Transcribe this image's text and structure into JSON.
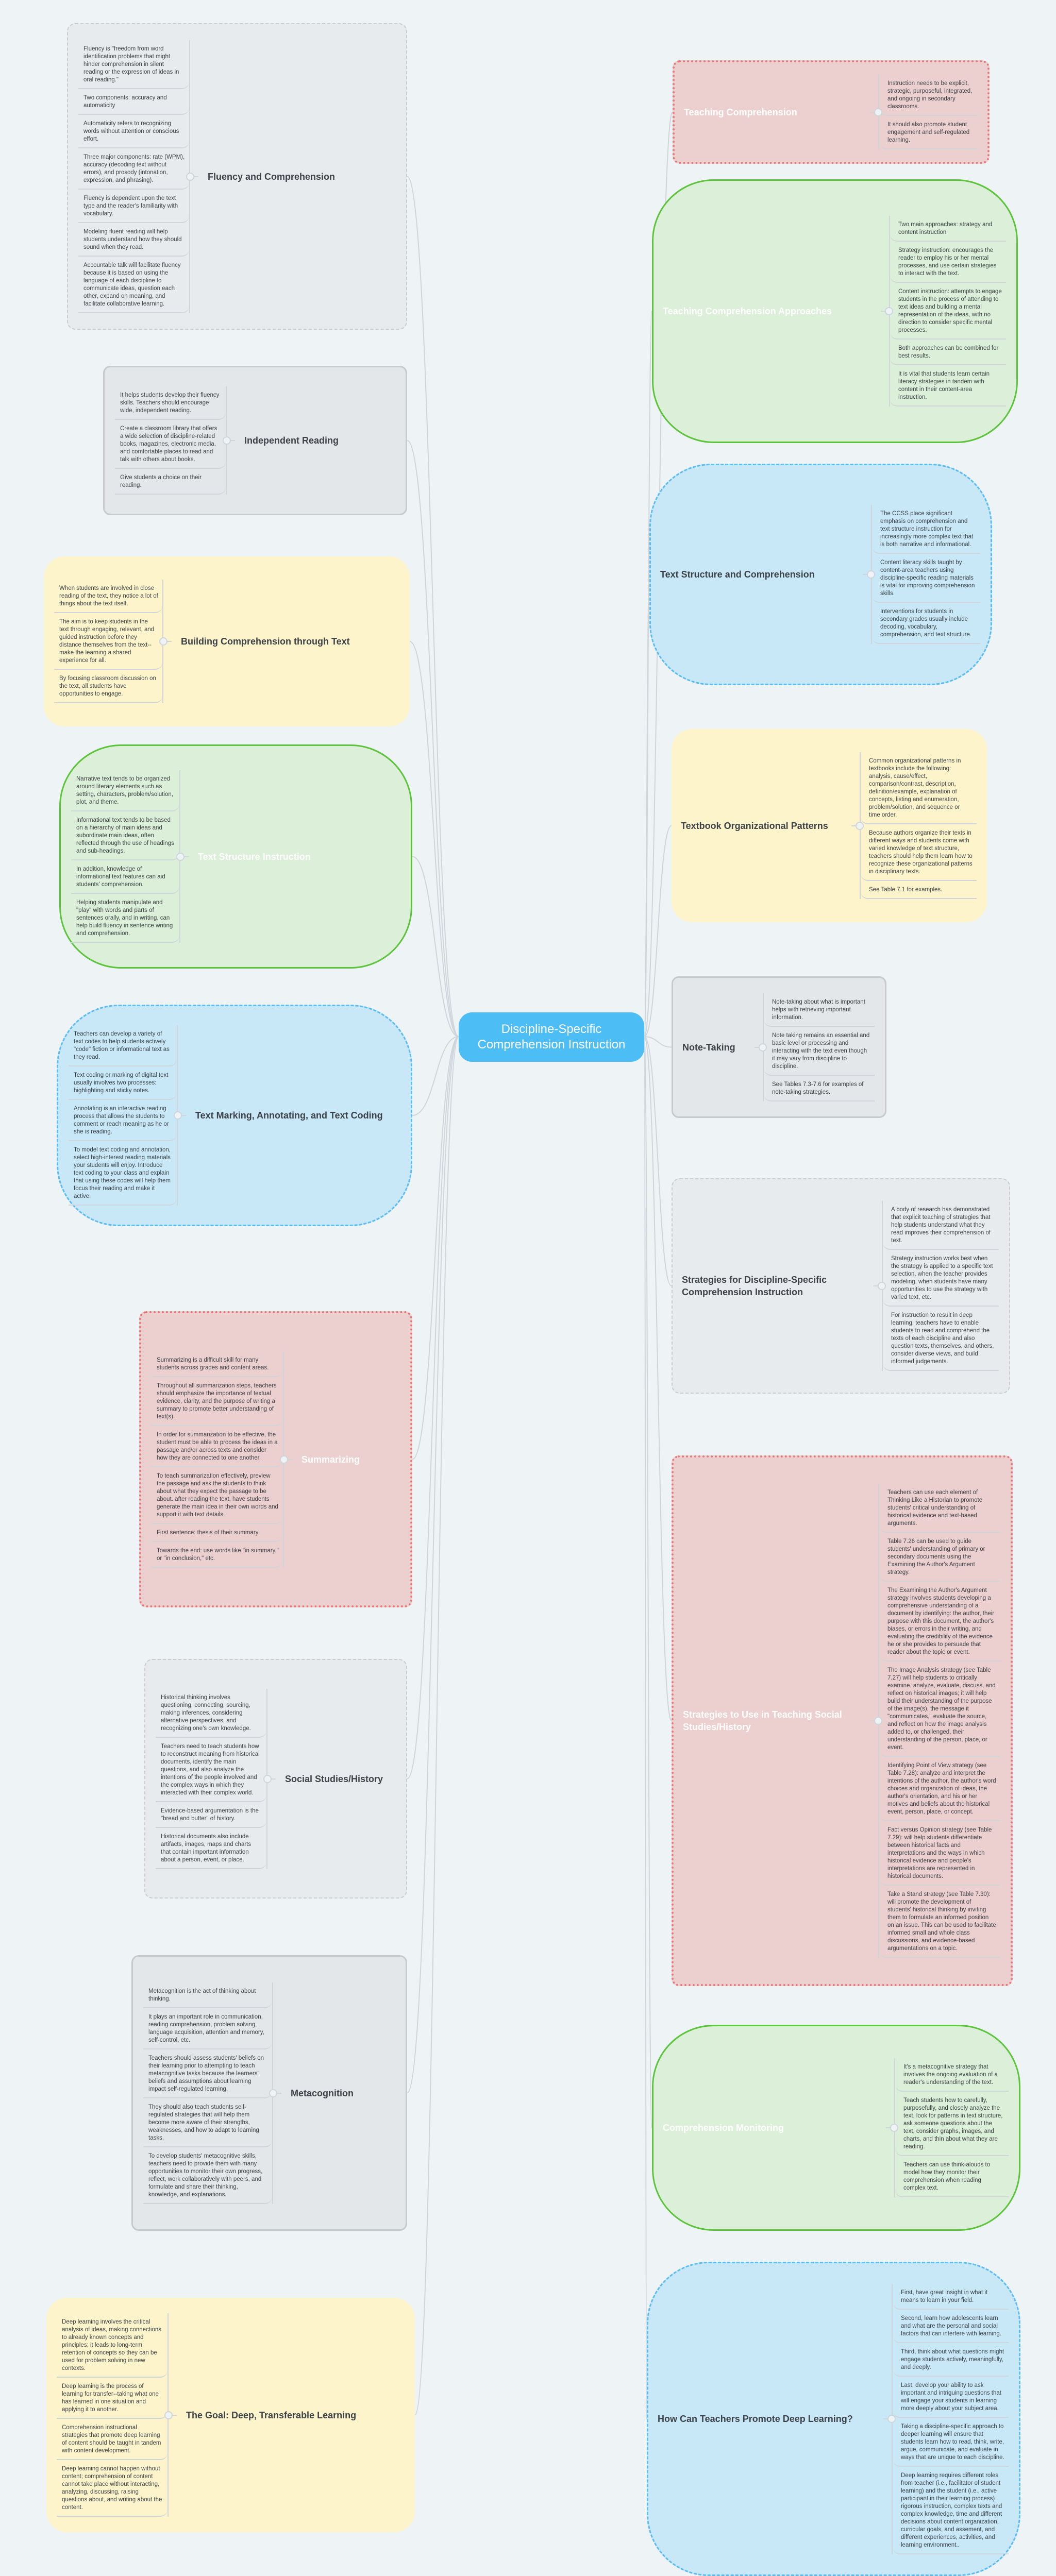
{
  "central": {
    "title": "Discipline-Specific Comprehension Instruction"
  },
  "themes": {
    "gray-dashed": {
      "bg": "#e7ebee",
      "border": "#c9cdd1"
    },
    "gray-solid": {
      "bg": "#e3e7ea",
      "border": "#c6cacd"
    },
    "yellow": {
      "bg": "#fdf4cb"
    },
    "green-cloud": {
      "bg": "#dcefd8",
      "border": "#5cc43a"
    },
    "blue-cloud": {
      "bg": "#c8e8f8",
      "border": "#5bbcf2"
    },
    "pink-dotted": {
      "bg": "#ecd0d0",
      "border": "#e87878"
    },
    "central": {
      "bg": "#4dbdf5",
      "text": "#ffffff"
    },
    "connector": "#cfd5da"
  },
  "left": [
    {
      "title": "Fluency and Comprehension",
      "style": "gray-dashed",
      "title_color": "dark",
      "items": [
        "Fluency is \"freedom from word identification problems that might hinder comprehension in silent reading or the expression of ideas in oral reading.\"",
        "Two components: accuracy and automaticity",
        "Automaticity refers to recognizing words without attention or conscious effort.",
        "Three major components: rate (WPM), accuracy (decoding text without errors), and prosody (intonation, expression, and phrasing).",
        "Fluency is dependent upon the text type and the reader's familiarity with vocabulary.",
        "Modeling fluent reading will help students understand how they should sound when they read.",
        "Accountable talk will facilitate fluency because it is based on using the language of each discipline to communicate ideas, question each other, expand on meaning, and facilitate collaborative learning."
      ]
    },
    {
      "title": "Independent Reading",
      "style": "gray-solid",
      "title_color": "dark",
      "items": [
        "It helps students develop their fluency skills. Teachers should encourage wide, independent reading.",
        "Create a classroom library that offers a wide selection of discipline-related books, magazines, electronic media, and comfortable places to read and talk with others about books.",
        "Give students a choice on their reading."
      ]
    },
    {
      "title": "Building Comprehension through Text",
      "style": "yellow",
      "title_color": "dark",
      "items": [
        "When students are involved in close reading of the text, they notice a lot of things about the text itself.",
        "The aim is to keep students in the text through engaging, relevant, and guided instruction before they distance themselves from the text--make the learning a shared experience for all.",
        "By focusing classroom discussion on the text, all students have opportunities to engage."
      ]
    },
    {
      "title": "Text Structure Instruction",
      "style": "green-cloud",
      "title_color": "white",
      "items": [
        "Narrative text tends to be organized around literary elements such as setting, characters, problem/solution, plot, and theme.",
        "Informational text tends to be based on a hierarchy of main ideas and subordinate main ideas, often reflected through the use of headings and sub-headings.",
        "In addition, knowledge of informational text features can aid students' comprehension.",
        "Helping students manipulate and \"play\" with words and parts of sentences orally, and in writing, can help build fluency in sentence writing and comprehension."
      ]
    },
    {
      "title": "Text Marking, Annotating, and Text Coding",
      "style": "blue-cloud",
      "title_color": "dark",
      "items": [
        "Teachers can develop a variety of text codes to help students actively \"code\" fiction or informational text as they read.",
        "Text coding or marking of digital text usually involves two processes: highlighting and sticky notes.",
        "Annotating is an interactive reading process that allows the students to comment or reach meaning as he or she is reading.",
        "To model text coding and annotation, select high-interest reading materials your students will enjoy. Introduce text coding to your class and explain that using these codes will help them focus their reading and make it active."
      ]
    },
    {
      "title": "Summarizing",
      "style": "pink-dotted",
      "title_color": "white",
      "items": [
        "Summarizing is a difficult skill for many students across grades and content areas.",
        "Throughout all summarization steps, teachers should emphasize the importance of textual evidence, clarity, and the purpose of writing a summary to promote better understanding of text(s).",
        "In order for summarization to be effective, the student must be able to process the ideas in a passage and/or across texts and consider how they are connected to one another.",
        "To teach summarization effectively, preview the passage and ask the students to think about what they expect the passage to be about. after reading the text, have students generate the main idea in their own words and support it with text details.",
        "First sentence: thesis of their summary",
        "Towards the end: use words like \"in summary,\" or \"in conclusion,\" etc."
      ]
    },
    {
      "title": "Social Studies/History",
      "style": "gray-dashed",
      "title_color": "dark",
      "items": [
        "Historical thinking involves questioning, connecting, sourcing, making inferences, considering alternative perspectives, and recognizing one's own knowledge.",
        "Teachers need to teach students how to reconstruct meaning from historical documents, identify the main questions, and also analyze the intentions of the people involved and the complex ways in which they interacted with their complex world.",
        "Evidence-based argumentation is the \"bread and butter\" of history.",
        "Historical documents also include artifacts, images, maps and charts that contain important information about a person, event, or place."
      ]
    },
    {
      "title": "Metacognition",
      "style": "gray-solid",
      "title_color": "dark",
      "items": [
        "Metacognition is the act of thinking about thinking.",
        "It plays an important role in communication, reading comprehension, problem solving, language acquisition, attention and memory, self-control, etc.",
        "Teachers should assess students' beliefs on their learning prior to attempting to teach metacognitive tasks because the learners' beliefs and assumptions about learning impact self-regulated learning.",
        "They should also teach students self-regulated strategies that will help them become more aware of their strengths, weaknesses, and how to adapt to learning tasks.",
        "To develop students' metacognitive skills, teachers need to provide them with many opportunities to monitor their own progress, reflect, work collaboratively with peers, and formulate and share their thinking, knowledge, and explanations."
      ]
    },
    {
      "title": "The Goal: Deep, Transferable Learning",
      "style": "yellow",
      "title_color": "dark",
      "items": [
        "Deep learning involves the critical analysis of ideas, making connections to already known concepts and principles; it leads to long-term retention of concepts so they can be used for problem solving in new contexts.",
        "Deep learning is the process of learning for transfer--taking what one has learned in one situation and applying it to another.",
        "Comprehension instructional strategies that promote deep learning of content should be taught in tandem with content development.",
        "Deep learning cannot happen without content; comprehension of content cannot take place without interacting, analyzing, discussing, raising questions about, and writing about the content."
      ]
    }
  ],
  "right": [
    {
      "title": "Teaching Comprehension",
      "style": "pink-dotted",
      "title_color": "white",
      "items": [
        "Instruction needs to be explicit, strategic, purposeful, integrated, and ongoing in secondary classrooms.",
        "It should also promote student engagement and self-regulated learning."
      ]
    },
    {
      "title": "Teaching Comprehension Approaches",
      "style": "green-cloud",
      "title_color": "white",
      "items": [
        "Two main approaches: strategy and content instruction",
        "Strategy instruction: encourages the reader to employ his or her mental processes, and use certain strategies to interact with the text.",
        "Content instruction: attempts to engage students in the process of attending to text ideas and building a mental representation of the ideas, with no direction to consider specific mental processes.",
        "Both approaches can be combined for best results.",
        "It is vital that students learn certain literacy strategies in tandem with content in their content-area instruction."
      ]
    },
    {
      "title": "Text Structure and Comprehension",
      "style": "blue-cloud",
      "title_color": "dark",
      "items": [
        "The CCSS place significant emphasis on comprehension and text structure instruction for increasingly more complex text that is both narrative and informational.",
        "Content literacy skills taught by content-area teachers using discipline-specific reading materials is vital for improving comprehension skills.",
        "Interventions for students in secondary grades usually include decoding, vocabulary, comprehension, and text structure."
      ]
    },
    {
      "title": "Textbook Organizational Patterns",
      "style": "yellow",
      "title_color": "dark",
      "items": [
        "Common organizational patterns in textbooks include the following: analysis, cause/effect, comparison/contrast, description, definition/example, explanation of concepts, listing and enumeration, problem/solution, and sequence or time order.",
        "Because authors organize their texts in different ways and students come with varied knowledge of text structure, teachers should help them learn how to recognize these organizational patterns in disciplinary texts.",
        "See Table 7.1 for examples."
      ]
    },
    {
      "title": "Note-Taking",
      "style": "gray-solid",
      "title_color": "dark",
      "items": [
        "Note-taking about what is important helps with retrieving important information.",
        "Note taking remains an essential and basic level or processing and interacting with the text even though it may vary from discipline to discipline.",
        "See Tables 7.3-7.6 for examples of note-taking strategies."
      ]
    },
    {
      "title": "Strategies for Discipline-Specific Comprehension Instruction",
      "style": "gray-dashed",
      "title_color": "dark",
      "items": [
        "A body of research has demonstrated that explicit teaching of strategies that help students understand what they read improves their comprehension of text.",
        "Strategy instruction works best when the strategy is applied to a specific text selection, when the teacher provides modeling, when students have many opportunities to use the strategy with varied text, etc.",
        "For instruction to result in deep learning, teachers have to enable students to read and comprehend the texts of each discipline and also question texts, themselves, and others, consider diverse views, and build informed judgements."
      ]
    },
    {
      "title": "Strategies to Use in Teaching Social Studies/History",
      "style": "pink-dotted",
      "title_color": "white",
      "items": [
        "Teachers can use each element of Thinking Like a Historian to promote students' critical understanding of historical evidence and text-based arguments.",
        "Table 7.26 can be used to guide students' understanding of primary or secondary documents using the Examining the Author's Argument strategy.",
        "The Examining the Author's Argument strategy involves students developing a comprehensive understanding of a document by identifying: the author, their purpose with this document, the author's biases, or errors in their writing, and evaluating the credibility of the evidence he or she provides to persuade that reader about the topic or event.",
        "The Image Analysis strategy (see Table 7.27) will help students to critically examine, analyze, evaluate, discuss, and reflect on historical images; it will help build their understanding of the purpose of the image(s), the message it \"communicates,\" evaluate the source, and reflect on how the image analysis added to, or challenged, their understanding of the person, place, or event.",
        "Identifying Point of View strategy (see Table 7.28): analyze and interpret the intentions of the author, the author's word choices and organization of ideas, the author's orientation, and his or her motives and beliefs about the historical event, person, place, or concept.",
        "Fact versus Opinion strategy (see Table 7.29): will help students differentiate between historical facts and interpretations and the ways in which historical evidence and people's interpretations are represented in historical documents.",
        "Take a Stand strategy (see Table 7.30): will promote the development of students' historical thinking by inviting them to formulate an informed position on an issue. This can be used to facilitate informed small and whole class discussions, and evidence-based argumentations on a topic."
      ]
    },
    {
      "title": "Comprehension Monitoring",
      "style": "green-cloud",
      "title_color": "white",
      "items": [
        "It's a metacognitive strategy that involves the ongoing evaluation of a reader's understanding of the text.",
        "Teach students how to carefully, purposefully, and closely analyze the text, look for patterns in text structure, ask someone questions about the text, consider graphs, images, and charts, and thin about what they are reading.",
        "Teachers can use think-alouds to model how they monitor their comprehension when reading complex text."
      ]
    },
    {
      "title": "How Can Teachers Promote Deep Learning?",
      "style": "blue-cloud",
      "title_color": "dark",
      "items": [
        "First, have great insight in what it means to learn in your field.",
        "Second, learn how adolescents learn and what are the personal and social factors that can interfere with learning.",
        "Third, think about what questions might engage students actively, meaningfully, and deeply.",
        "Last, develop your ability to ask important and intriguing questions that will engage your students in learning more deeply about your subject area.",
        "Taking a discipline-specific approach to deeper learning will ensure that students learn how to read, think, write, argue, communicate, and evaluate in ways that are unique to each discipline.",
        "Deep learning requires different roles from teacher (i.e., facilitator of student learning) and the student (i.e., active participant in their learning process) rigorous instruction, complex texts and complex knowledge, time and different decisions about content organization, curricular goals, and assement, and different experiences, activities, and learning environment.."
      ]
    }
  ]
}
